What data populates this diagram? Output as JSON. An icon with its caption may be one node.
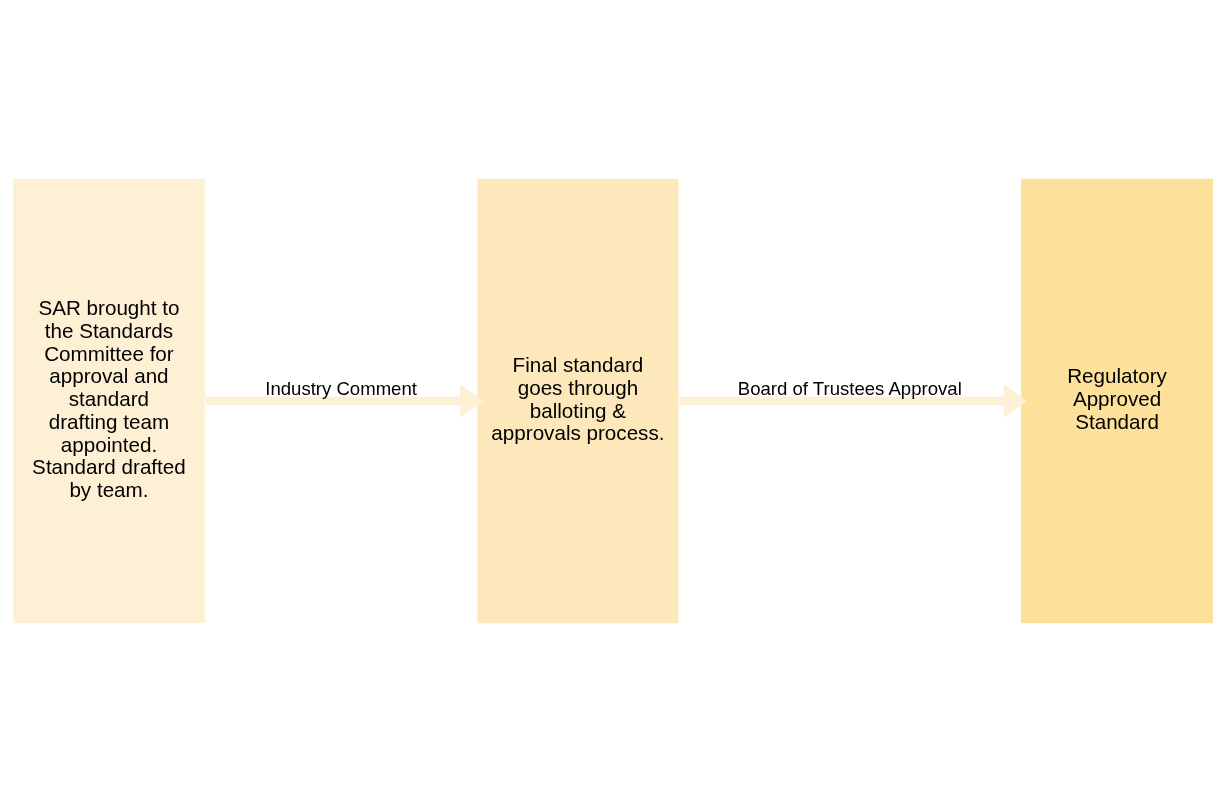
{
  "diagram": {
    "nodes": [
      {
        "text": [
          "SAR brought to the Standards Committee for approval and standard drafting team appointed. Standard drafted by team."
        ]
      },
      {
        "text": [
          "Final standard goes through balloting & approvals process."
        ]
      },
      {
        "text": [
          "Regulatory Approved Standard"
        ]
      }
    ],
    "edges": [
      {
        "from": 0,
        "to": 1,
        "arrow": "to",
        "label": "Industry Comment"
      },
      {
        "from": 1,
        "to": 2,
        "arrow": "to",
        "label": "Board of Trustees Approval"
      }
    ]
  }
}
